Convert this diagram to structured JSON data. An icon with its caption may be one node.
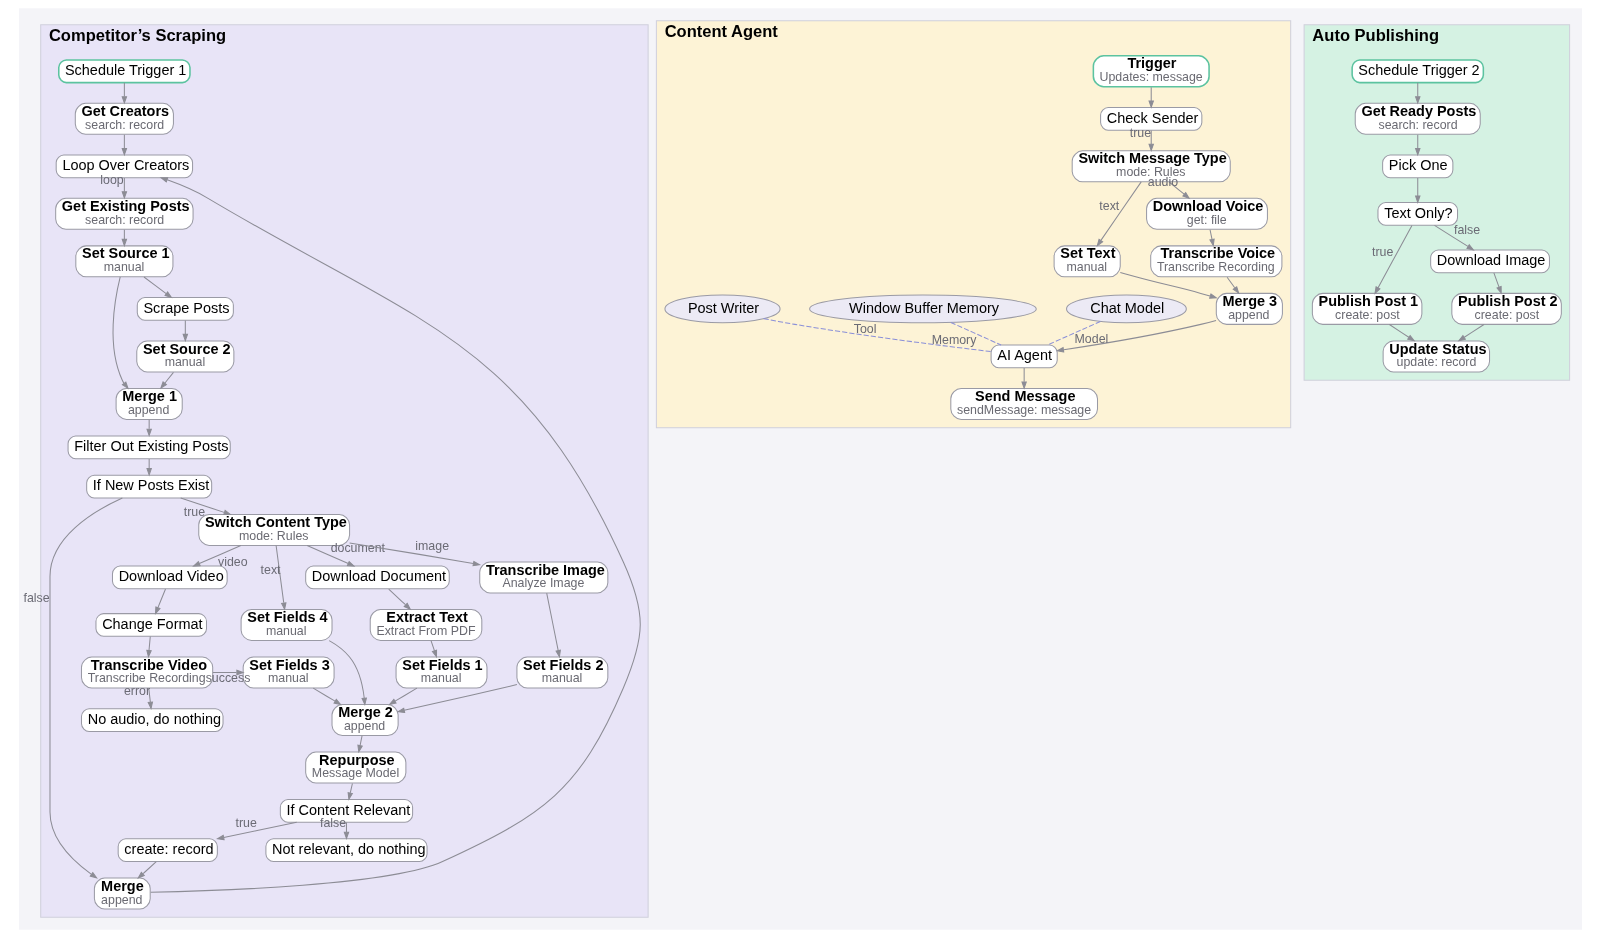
{
  "diagram": {
    "nodes": [
      {
        "text": [
          "Competitor’s Scraping"
        ]
      },
      {
        "text": [
          "Schedule Trigger 1"
        ],
        "in": 0
      },
      {
        "text": [
          "Get Creators",
          "search: record"
        ],
        "in": 0
      },
      {
        "text": [
          "Loop Over Creators"
        ],
        "in": 0
      },
      {
        "text": [
          "Get Existing Posts",
          "search: record"
        ],
        "in": 0
      },
      {
        "text": [
          "Set Source 1",
          "manual"
        ],
        "in": 0
      },
      {
        "text": [
          "Scrape Posts"
        ],
        "in": 0
      },
      {
        "text": [
          "Set Source 2",
          "manual"
        ],
        "in": 0
      },
      {
        "text": [
          "Merge 1",
          "append"
        ],
        "in": 0
      },
      {
        "text": [
          "Filter Out Existing Posts"
        ],
        "in": 0
      },
      {
        "text": [
          "If New Posts Exist"
        ],
        "in": 0
      },
      {
        "text": [
          "Switch Content Type",
          "mode: Rules"
        ],
        "in": 0
      },
      {
        "text": [
          "Download Document"
        ],
        "in": 0
      },
      {
        "text": [
          "Extract Text",
          "Extract From PDF"
        ],
        "in": 0
      },
      {
        "text": [
          "Set Fields 1",
          "manual"
        ],
        "in": 0
      },
      {
        "text": [
          "Transcribe Image",
          "Analyze Image"
        ],
        "in": 0
      },
      {
        "text": [
          "Set Fields 2",
          "manual"
        ],
        "in": 0
      },
      {
        "text": [
          "Set Fields 3",
          "manual"
        ],
        "in": 0
      },
      {
        "text": [
          "Download Video"
        ],
        "in": 0
      },
      {
        "text": [
          "Change Format"
        ],
        "in": 0
      },
      {
        "text": [
          "Transcribe Video",
          "Transcribe Recording"
        ],
        "in": 0
      },
      {
        "text": [
          "No audio, do nothing"
        ],
        "in": 0
      },
      {
        "text": [
          "Set Fields 4",
          "manual"
        ],
        "in": 0
      },
      {
        "text": [
          "Merge 2",
          "append"
        ],
        "in": 0
      },
      {
        "text": [
          "Repurpose",
          "Message Model"
        ],
        "in": 0
      },
      {
        "text": [
          "If Content Relevant"
        ],
        "in": 0
      },
      {
        "text": [
          "create: record"
        ],
        "in": 0
      },
      {
        "text": [
          "Not relevant, do nothing"
        ],
        "in": 0
      },
      {
        "text": [
          "Merge",
          "append"
        ],
        "in": 0
      },
      {
        "text": [
          "Content Agent"
        ]
      },
      {
        "text": [
          "Trigger",
          "Updates: message"
        ],
        "in": 29
      },
      {
        "text": [
          "Check Sender"
        ],
        "in": 29
      },
      {
        "text": [
          "Switch Message Type",
          "mode: Rules"
        ],
        "in": 29
      },
      {
        "text": [
          "Set Text",
          "manual"
        ],
        "in": 29
      },
      {
        "text": [
          "Download Voice",
          "get: file"
        ],
        "in": 29
      },
      {
        "text": [
          "Transcribe Voice",
          "Transcribe Recording"
        ],
        "in": 29
      },
      {
        "text": [
          "Merge 3",
          "append"
        ],
        "in": 29
      },
      {
        "text": [
          "AI Agent"
        ],
        "in": 29
      },
      {
        "text": [
          "Send Message",
          "sendMessage: message"
        ],
        "in": 29
      },
      {
        "text": [
          "Chat Model"
        ],
        "in": 29
      },
      {
        "text": [
          "Window Buffer Memory"
        ],
        "in": 29
      },
      {
        "text": [
          "Post Writer"
        ],
        "in": 29
      },
      {
        "text": [
          "Auto Publishing"
        ]
      },
      {
        "text": [
          "Schedule Trigger 2"
        ],
        "in": 42
      },
      {
        "text": [
          "Get Ready Posts",
          "search: record"
        ],
        "in": 42
      },
      {
        "text": [
          "Pick One"
        ],
        "in": 42
      },
      {
        "text": [
          "Text Only?"
        ],
        "in": 42
      },
      {
        "text": [
          "Publish Post 1",
          "create: post"
        ],
        "in": 42
      },
      {
        "text": [
          "Download Image"
        ],
        "in": 42
      },
      {
        "text": [
          "Publish Post 2",
          "create: post"
        ],
        "in": 42
      },
      {
        "text": [
          "Update Status",
          "update: record"
        ],
        "in": 42
      }
    ],
    "edges": [
      {
        "from": 1,
        "to": 2,
        "arrow": "to"
      },
      {
        "from": 2,
        "to": 3,
        "arrow": "to"
      },
      {
        "from": 3,
        "to": 4,
        "arrow": "to",
        "label": "loop"
      },
      {
        "from": 4,
        "to": 5,
        "arrow": "to"
      },
      {
        "from": 5,
        "to": 8,
        "arrow": "to"
      },
      {
        "from": 5,
        "to": 6,
        "arrow": "to"
      },
      {
        "from": 6,
        "to": 7,
        "arrow": "to"
      },
      {
        "from": 7,
        "to": 8,
        "arrow": "to"
      },
      {
        "from": 8,
        "to": 9,
        "arrow": "to"
      },
      {
        "from": 9,
        "to": 10,
        "arrow": "to"
      },
      {
        "from": 10,
        "to": 11,
        "arrow": "to",
        "label": "true"
      },
      {
        "from": 10,
        "to": 28,
        "arrow": "to",
        "label": "false"
      },
      {
        "from": 11,
        "to": 12,
        "arrow": "to",
        "label": "document"
      },
      {
        "from": 11,
        "to": 15,
        "arrow": "to",
        "label": "image"
      },
      {
        "from": 11,
        "to": 18,
        "arrow": "to",
        "label": "video"
      },
      {
        "from": 11,
        "to": 22,
        "arrow": "to",
        "label": "text"
      },
      {
        "from": 12,
        "to": 13,
        "arrow": "to"
      },
      {
        "from": 13,
        "to": 14,
        "arrow": "to"
      },
      {
        "from": 14,
        "to": 23,
        "arrow": "to"
      },
      {
        "from": 15,
        "to": 16,
        "arrow": "to"
      },
      {
        "from": 16,
        "to": 23,
        "arrow": "to"
      },
      {
        "from": 18,
        "to": 19,
        "arrow": "to"
      },
      {
        "from": 19,
        "to": 20,
        "arrow": "to"
      },
      {
        "from": 20,
        "to": 17,
        "arrow": "to",
        "label": "success"
      },
      {
        "from": 20,
        "to": 21,
        "arrow": "to",
        "label": "error"
      },
      {
        "from": 17,
        "to": 23,
        "arrow": "to"
      },
      {
        "from": 22,
        "to": 23,
        "arrow": "to"
      },
      {
        "from": 23,
        "to": 24,
        "arrow": "to"
      },
      {
        "from": 24,
        "to": 25,
        "arrow": "to"
      },
      {
        "from": 25,
        "to": 26,
        "arrow": "to",
        "label": "true"
      },
      {
        "from": 25,
        "to": 27,
        "arrow": "to",
        "label": "false"
      },
      {
        "from": 26,
        "to": 28,
        "arrow": "to"
      },
      {
        "from": 28,
        "to": 3,
        "arrow": "to"
      },
      {
        "from": 30,
        "to": 31,
        "arrow": "to"
      },
      {
        "from": 31,
        "to": 32,
        "arrow": "to",
        "label": "true"
      },
      {
        "from": 32,
        "to": 33,
        "arrow": "to",
        "label": "text"
      },
      {
        "from": 32,
        "to": 34,
        "arrow": "to",
        "label": "audio"
      },
      {
        "from": 34,
        "to": 35,
        "arrow": "to"
      },
      {
        "from": 33,
        "to": 36,
        "arrow": "to"
      },
      {
        "from": 35,
        "to": 36,
        "arrow": "to"
      },
      {
        "from": 36,
        "to": 37,
        "arrow": "to"
      },
      {
        "from": 37,
        "to": 38,
        "arrow": "to"
      },
      {
        "from": 39,
        "to": 37,
        "arrow": "none",
        "style": "dashed",
        "color": "#8a8fd8",
        "label": "Model"
      },
      {
        "from": 40,
        "to": 37,
        "arrow": "none",
        "style": "dashed",
        "color": "#8a8fd8",
        "label": "Memory"
      },
      {
        "from": 41,
        "to": 37,
        "arrow": "none",
        "style": "dashed",
        "color": "#8a8fd8",
        "label": "Tool"
      },
      {
        "from": 43,
        "to": 44,
        "arrow": "to"
      },
      {
        "from": 44,
        "to": 45,
        "arrow": "to"
      },
      {
        "from": 45,
        "to": 46,
        "arrow": "to"
      },
      {
        "from": 46,
        "to": 47,
        "arrow": "to",
        "label": "true"
      },
      {
        "from": 46,
        "to": 48,
        "arrow": "to",
        "label": "false"
      },
      {
        "from": 48,
        "to": 49,
        "arrow": "to"
      },
      {
        "from": 47,
        "to": 50,
        "arrow": "to"
      },
      {
        "from": 49,
        "to": 50,
        "arrow": "to"
      }
    ]
  }
}
